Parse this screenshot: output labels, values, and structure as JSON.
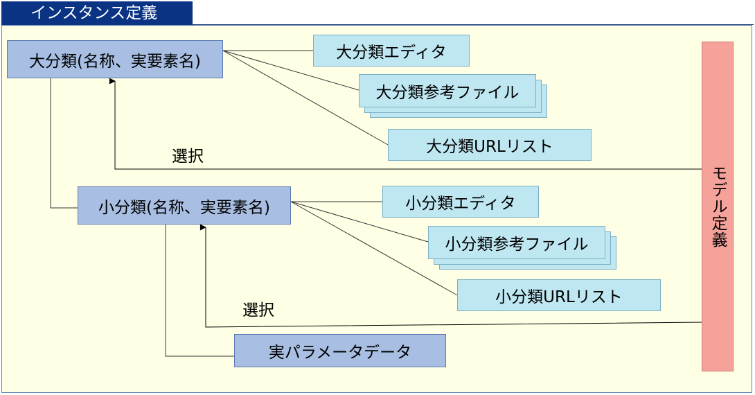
{
  "header": {
    "title": "インスタンス定義"
  },
  "large": {
    "main": "大分類(名称、実要素名)",
    "editor": "大分類エディタ",
    "files": "大分類参考ファイル",
    "urls": "大分類URLリスト",
    "select": "選択"
  },
  "small": {
    "main": "小分類(名称、実要素名)",
    "editor": "小分類エディタ",
    "files": "小分類参考ファイル",
    "urls": "小分類URLリスト",
    "select": "選択"
  },
  "param_data": "実パラメータデータ",
  "model": "モデル定義",
  "colors": {
    "title_bg": "#0a3383",
    "panel_bg": "#ffffe6",
    "class_box": "#a8bfe3",
    "resource_box": "#bfe7f2",
    "model_box": "#f5a29b"
  }
}
